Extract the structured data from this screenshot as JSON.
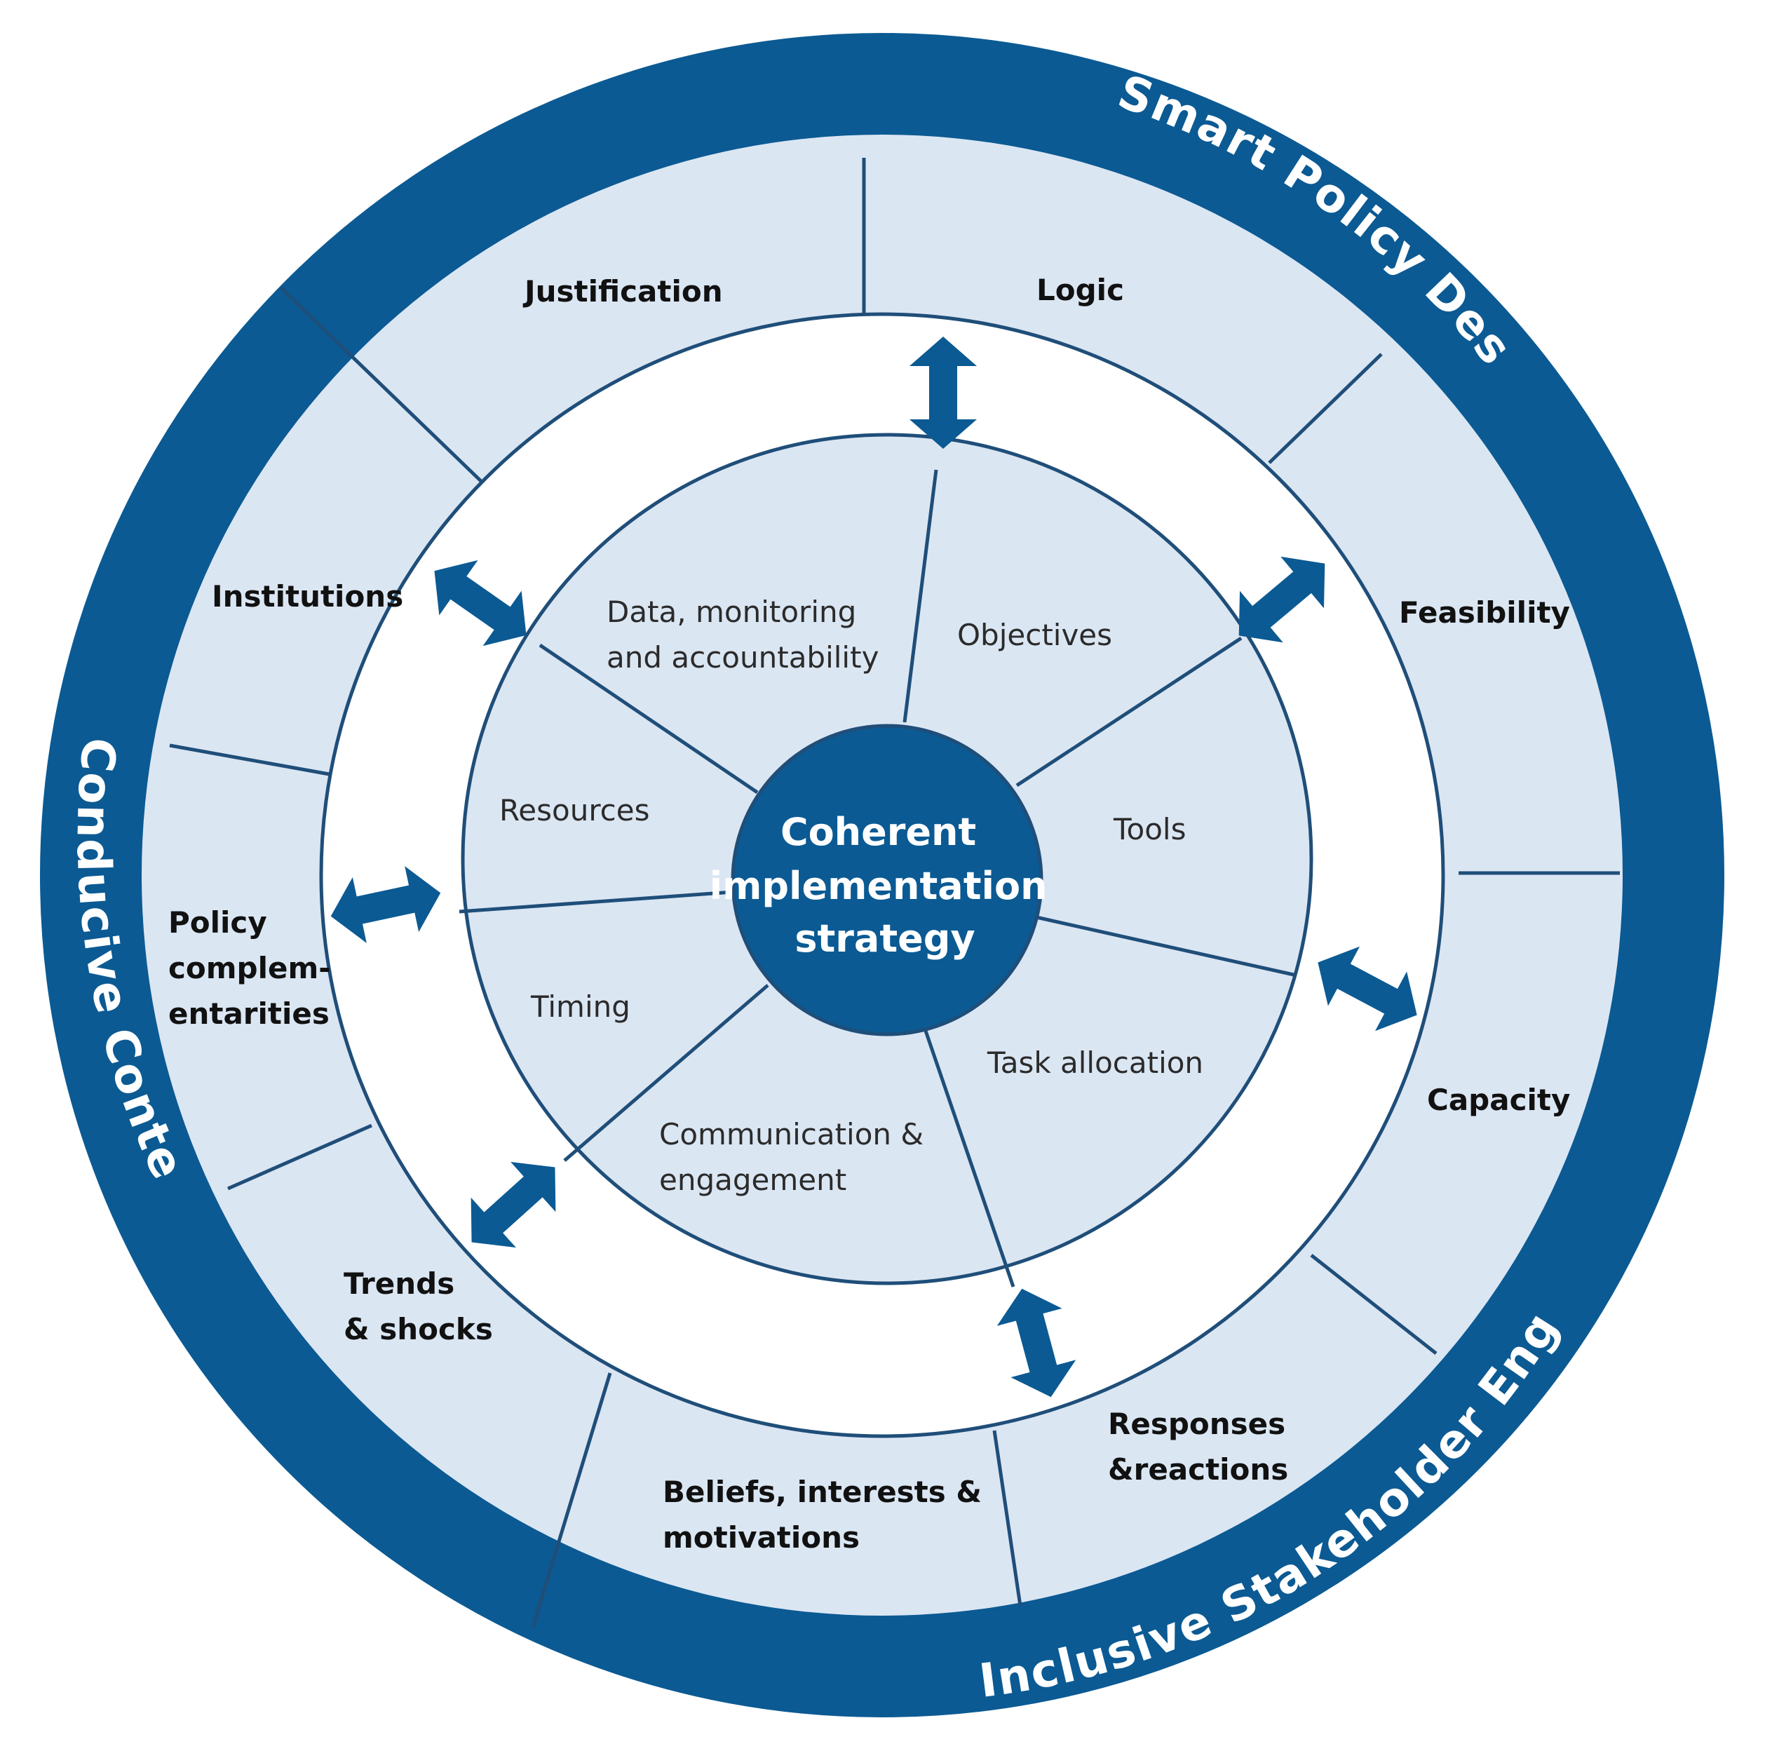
{
  "diagram": {
    "center": {
      "lines": [
        "Coherent",
        "implementation",
        "strategy"
      ]
    },
    "arc_titles": {
      "top_right": "Smart  Policy Design",
      "left": "Conducive   Context",
      "bottom_right": "Inclusive   Stakeholder  Engagement"
    },
    "outer_segments": [
      {
        "id": "justification",
        "lines": [
          "Justification"
        ]
      },
      {
        "id": "logic",
        "lines": [
          "Logic"
        ]
      },
      {
        "id": "feasibility",
        "lines": [
          "Feasibility"
        ]
      },
      {
        "id": "capacity",
        "lines": [
          "Capacity"
        ]
      },
      {
        "id": "responses",
        "lines": [
          "Responses",
          "&reactions"
        ]
      },
      {
        "id": "beliefs",
        "lines": [
          "Beliefs, interests &",
          "motivations"
        ]
      },
      {
        "id": "trends",
        "lines": [
          "Trends",
          "& shocks"
        ]
      },
      {
        "id": "policy",
        "lines": [
          "Policy",
          "complem-",
          "entarities"
        ]
      },
      {
        "id": "institutions",
        "lines": [
          "Institutions"
        ]
      }
    ],
    "inner_segments": [
      {
        "id": "data",
        "lines": [
          "Data, monitoring",
          "and accountability"
        ]
      },
      {
        "id": "objectives",
        "lines": [
          "Objectives"
        ]
      },
      {
        "id": "tools",
        "lines": [
          "Tools"
        ]
      },
      {
        "id": "task",
        "lines": [
          "Task allocation"
        ]
      },
      {
        "id": "communication",
        "lines": [
          "Communication  &",
          "engagement"
        ]
      },
      {
        "id": "timing",
        "lines": [
          "Timing"
        ]
      },
      {
        "id": "resources",
        "lines": [
          "Resources"
        ]
      }
    ],
    "colors": {
      "dark_blue": "#0b5a93",
      "light_blue": "#dbe6f3",
      "divider": "#1f4e79"
    }
  }
}
